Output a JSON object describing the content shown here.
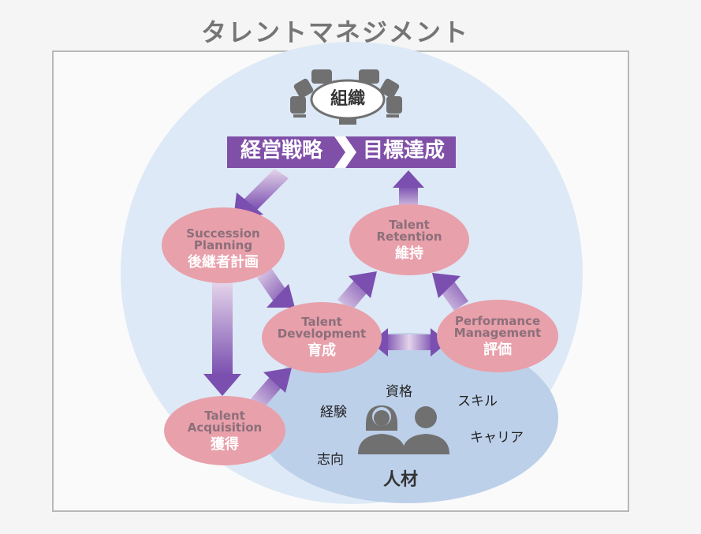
{
  "title": "タレントマネジメント",
  "organization": {
    "label": "組織"
  },
  "strategy": {
    "left": "経営戦略",
    "right": "目標達成"
  },
  "nodes": {
    "succession": {
      "en_line1": "Succession",
      "en_line2": "Planning",
      "jp": "後継者計画"
    },
    "retention": {
      "en_line1": "Talent",
      "en_line2": "Retention",
      "jp": "維持"
    },
    "development": {
      "en_line1": "Talent",
      "en_line2": "Development",
      "jp": "育成"
    },
    "performance": {
      "en_line1": "Performance",
      "en_line2": "Management",
      "jp": "評価"
    },
    "acquisition": {
      "en_line1": "Talent",
      "en_line2": "Acquisition",
      "jp": "獲得"
    }
  },
  "talent_pool": {
    "label": "人材",
    "attributes": [
      "資格",
      "スキル",
      "経験",
      "キャリア",
      "志向"
    ]
  },
  "colors": {
    "title": "#757575",
    "outer_circle": "#dde9f6",
    "talent_pool": "#bdd0ea",
    "node_fill": "#e8a0ab",
    "arrow_purple": "#7a4fb0",
    "strategy_purple": "#8050a8",
    "icon_gray": "#707070"
  },
  "icons": {
    "organization": "meeting-table-icon",
    "people": "people-icon"
  }
}
